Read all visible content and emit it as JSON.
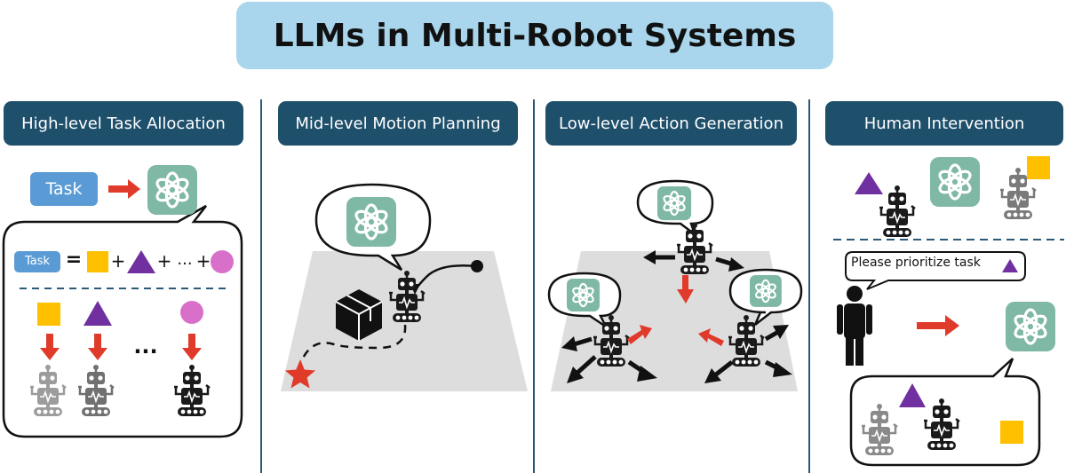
{
  "title": "LLMs in Multi-Robot Systems",
  "sections": [
    {
      "label": "High-level Task Allocation"
    },
    {
      "label": "Mid-level Motion Planning"
    },
    {
      "label": "Low-level Action Generation"
    },
    {
      "label": "Human Intervention"
    }
  ],
  "task_allocation": {
    "task_label": "Task",
    "equation_task_label": "Task",
    "equals": "=",
    "plus": "+",
    "ellipsis": "...",
    "robots_ellipsis": "..."
  },
  "human_intervention": {
    "speech_text": "Please prioritize task"
  },
  "colors": {
    "header_bg": "#1e4f6b",
    "title_bg": "#a9d6ec",
    "task_blue": "#5b9bd5",
    "llm_green": "#7fb8a5",
    "square_yellow": "#ffc000",
    "triangle_purple": "#7030a0",
    "circle_pink": "#d86fc8",
    "arrow_red": "#e03a2a",
    "floor_gray": "#dddddd"
  },
  "icons": {
    "llm": "openai-knot-icon",
    "robot": "robot-icon",
    "box": "package-box-icon",
    "human": "person-icon",
    "goal": "star-icon"
  }
}
